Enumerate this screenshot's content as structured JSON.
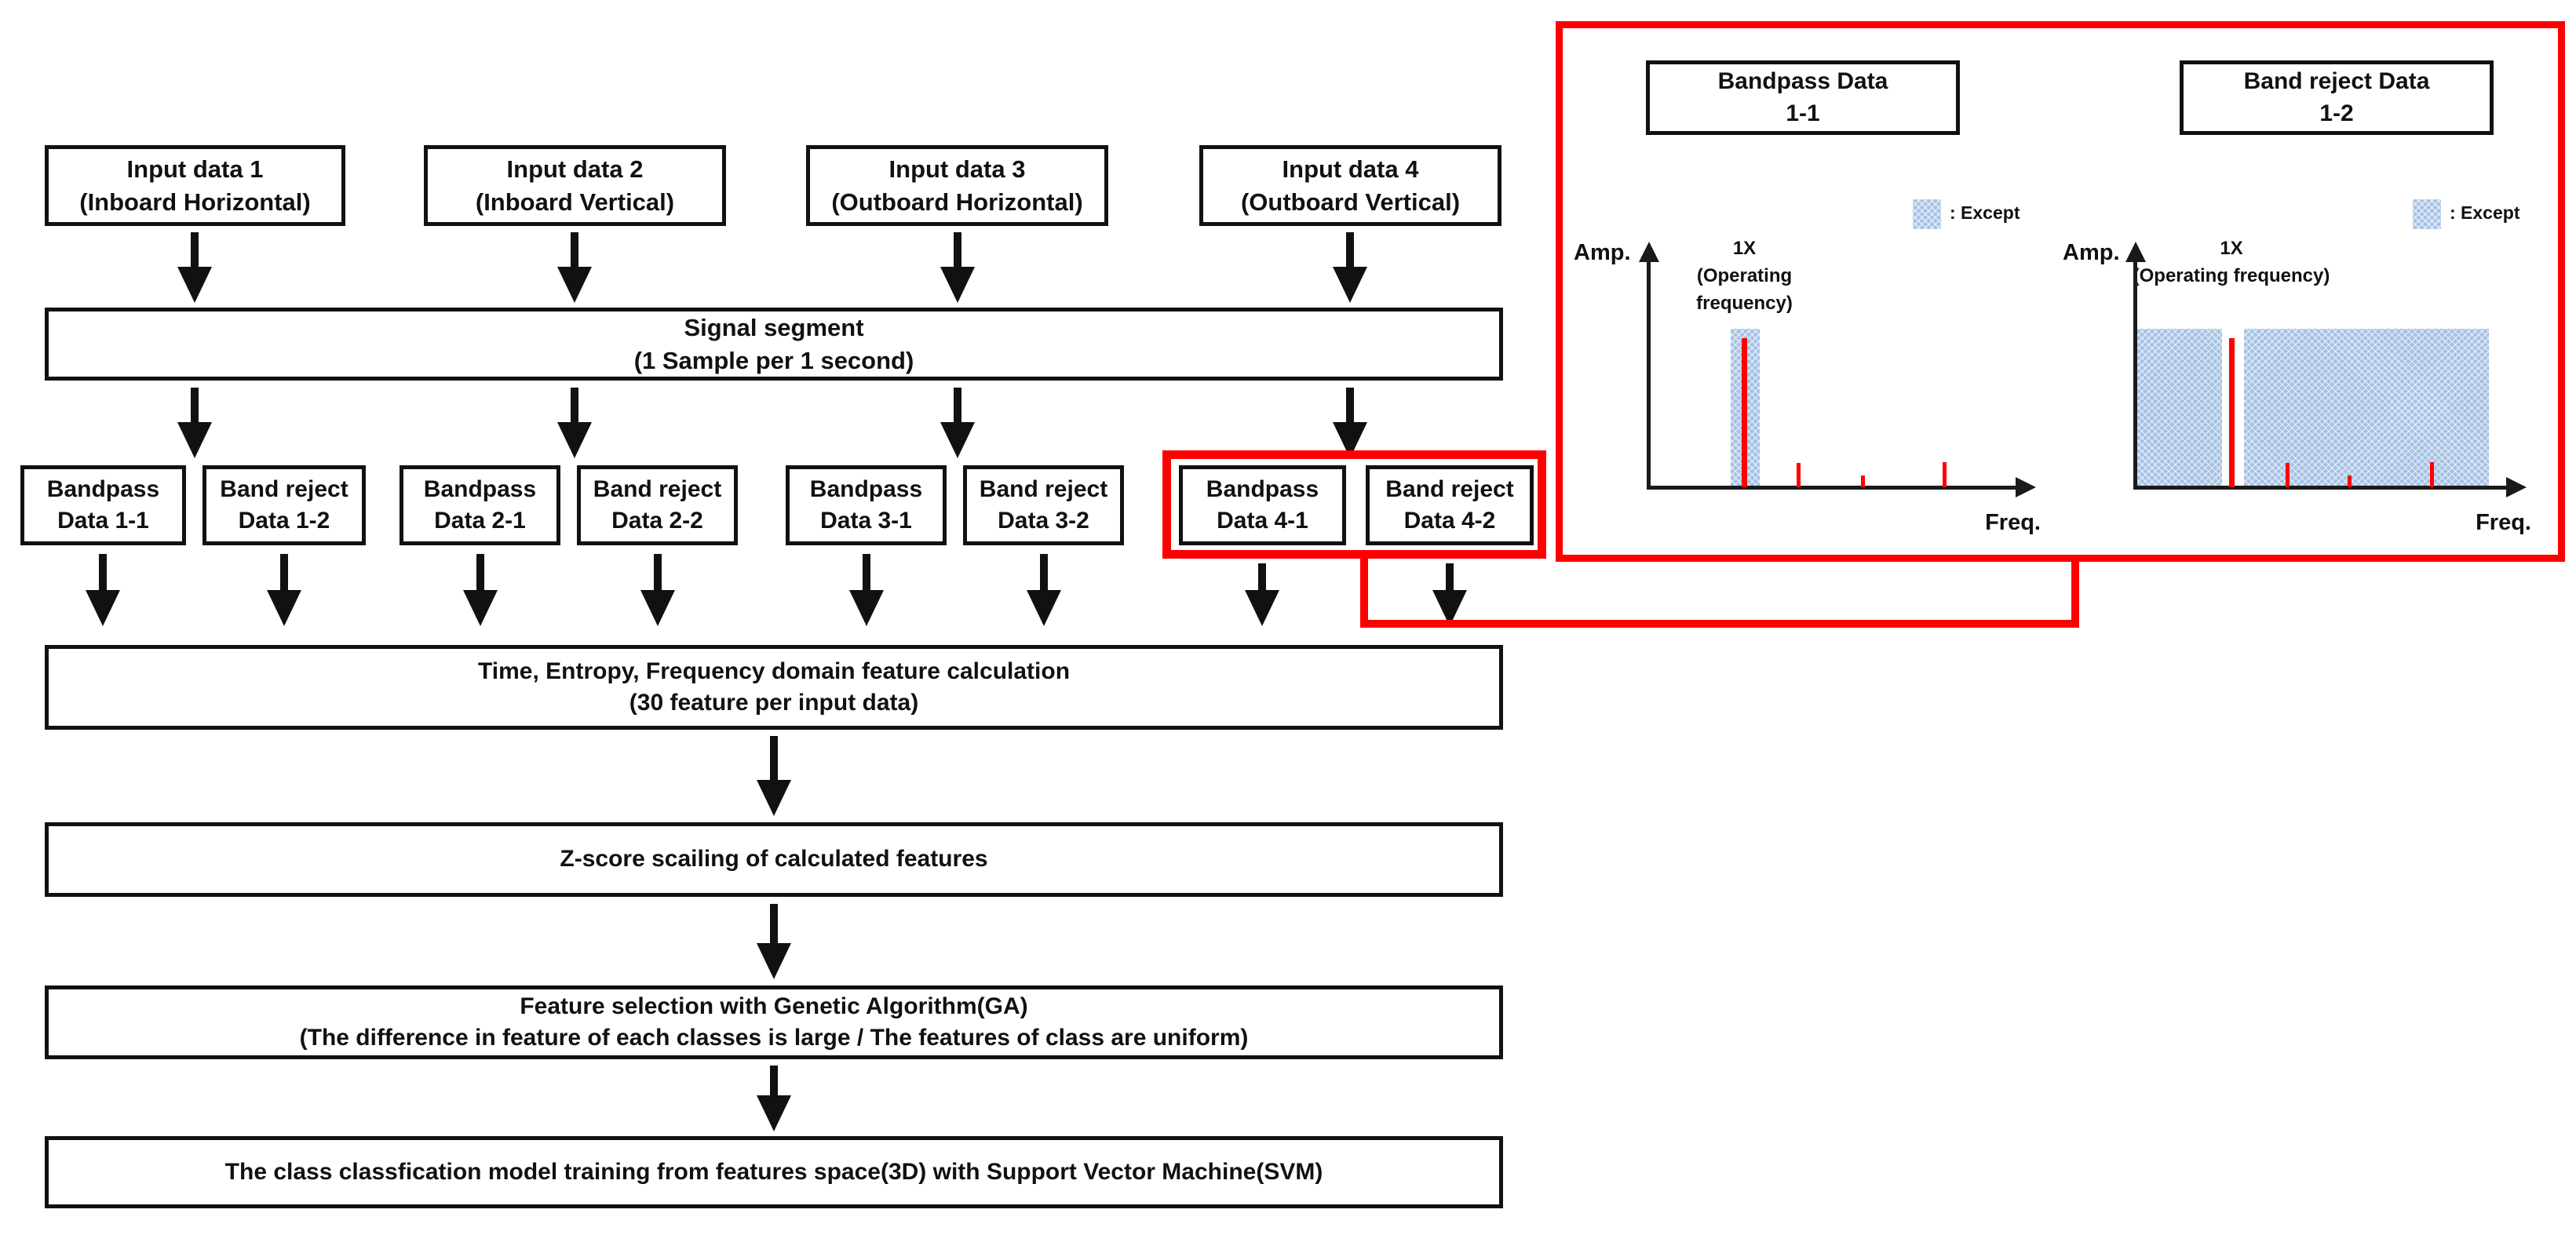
{
  "flowchart": {
    "inputs": [
      {
        "line1": "Input data 1",
        "line2": "(Inboard Horizontal)"
      },
      {
        "line1": "Input data 2",
        "line2": "(Inboard Vertical)"
      },
      {
        "line1": "Input data 3",
        "line2": "(Outboard Horizontal)"
      },
      {
        "line1": "Input data 4",
        "line2": "(Outboard Vertical)"
      }
    ],
    "signal": {
      "line1": "Signal segment",
      "line2": "(1 Sample per 1 second)"
    },
    "bands": [
      {
        "line1": "Bandpass",
        "line2": "Data 1-1"
      },
      {
        "line1": "Band reject",
        "line2": "Data 1-2"
      },
      {
        "line1": "Bandpass",
        "line2": "Data 2-1"
      },
      {
        "line1": "Band reject",
        "line2": "Data 2-2"
      },
      {
        "line1": "Bandpass",
        "line2": "Data 3-1"
      },
      {
        "line1": "Band reject",
        "line2": "Data 3-2"
      },
      {
        "line1": "Bandpass",
        "line2": "Data 4-1"
      },
      {
        "line1": "Band reject",
        "line2": "Data 4-2"
      }
    ],
    "feature_calc": {
      "line1": "Time, Entropy, Frequency domain feature calculation",
      "line2": "(30 feature per input data)"
    },
    "zscore": {
      "line1": "Z-score scailing of calculated features"
    },
    "selection": {
      "line1": "Feature selection with Genetic Algorithm(GA)",
      "line2": "(The difference in feature of each classes is large / The features of class are uniform)"
    },
    "svm": {
      "line1": "The class classfication model training from features space(3D) with Support Vector Machine(SVM)"
    }
  },
  "inset": {
    "headers": [
      {
        "line1": "Bandpass Data",
        "line2": "1-1"
      },
      {
        "line1": "Band reject Data",
        "line2": "1-2"
      }
    ],
    "legend_label": ": Except",
    "amp_label": "Amp.",
    "freq_label": "Freq.",
    "peak_line1": "1X",
    "peak_line2": "(Operating frequency)"
  },
  "colors": {
    "accent_red": "#ff0000",
    "except_blue": "#a6c1e4",
    "ink": "#111111"
  },
  "chart_data": [
    {
      "type": "area",
      "title": "Bandpass Data 1-1 spectrum (conceptual)",
      "xlabel": "Freq.",
      "ylabel": "Amp.",
      "annotation": "1X (Operating frequency)",
      "legend": [
        {
          "label": ": Except",
          "meaning": "shaded band excluded/kept region"
        }
      ],
      "spikes_rel_x": [
        0.25,
        0.4,
        0.57,
        0.78
      ],
      "spikes_rel_h": [
        0.94,
        0.15,
        0.07,
        0.16
      ],
      "except_bands_rel_x": [
        [
          0.21,
          0.29
        ]
      ],
      "grid": false,
      "axis_numeric": false
    },
    {
      "type": "area",
      "title": "Band reject Data 1-2 spectrum (conceptual)",
      "xlabel": "Freq.",
      "ylabel": "Amp.",
      "annotation": "1X (Operating frequency)",
      "legend": [
        {
          "label": ": Except",
          "meaning": "shaded band excluded/kept region"
        }
      ],
      "spikes_rel_x": [
        0.25,
        0.4,
        0.56,
        0.78
      ],
      "spikes_rel_h": [
        0.94,
        0.15,
        0.07,
        0.16
      ],
      "except_bands_rel_x": [
        [
          0.0,
          0.22
        ],
        [
          0.29,
          0.93
        ]
      ],
      "grid": false,
      "axis_numeric": false
    }
  ]
}
